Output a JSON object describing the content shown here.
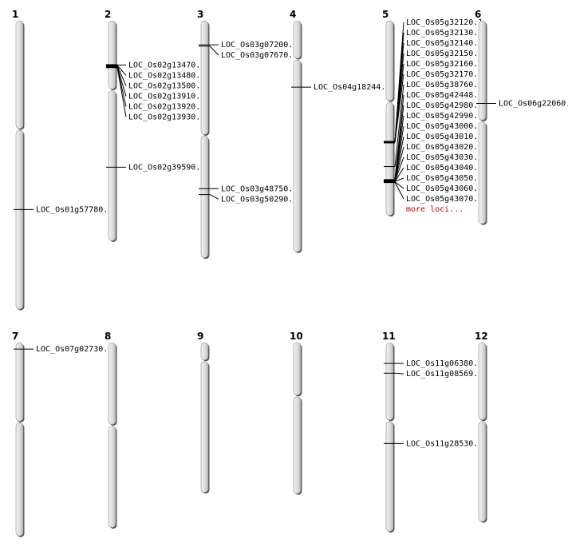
{
  "colors": {
    "chromosome_light": "#ececec",
    "chromosome_mid": "#c8c8c8",
    "chromosome_outline": "#8a8a8a",
    "chromosome_shadow": "#555555",
    "more_link": "#cc0000"
  },
  "more_loci_label": "more loci...",
  "chromosomes": [
    {
      "id": "1",
      "label": "1",
      "length": 44.3,
      "centromere": 16.7,
      "markers": [
        {
          "pos": 29.0,
          "label": "LOC_Os01g57780.1"
        }
      ]
    },
    {
      "id": "2",
      "label": "2",
      "length": 33.8,
      "centromere": 10.6,
      "markers": [
        {
          "pos": 6.8,
          "label": "LOC_Os02g13470.1"
        },
        {
          "pos": 6.85,
          "label": "LOC_Os02g13480.1"
        },
        {
          "pos": 6.9,
          "label": "LOC_Os02g13500.1"
        },
        {
          "pos": 7.05,
          "label": "LOC_Os02g13910.1"
        },
        {
          "pos": 7.1,
          "label": "LOC_Os02g13920.1"
        },
        {
          "pos": 7.15,
          "label": "LOC_Os02g13930.1"
        },
        {
          "pos": 22.5,
          "label": "LOC_Os02g39590.1"
        }
      ]
    },
    {
      "id": "3",
      "label": "3",
      "length": 36.4,
      "centromere": 17.6,
      "markers": [
        {
          "pos": 3.7,
          "label": "LOC_Os03g07200.1"
        },
        {
          "pos": 3.9,
          "label": "LOC_Os03g07670.1"
        },
        {
          "pos": 25.8,
          "label": "LOC_Os03g48750.1"
        },
        {
          "pos": 26.7,
          "label": "LOC_Os03g50290.1"
        }
      ]
    },
    {
      "id": "4",
      "label": "4",
      "length": 35.5,
      "centromere": 5.9,
      "markers": [
        {
          "pos": 10.2,
          "label": "LOC_Os04g18244.1"
        }
      ]
    },
    {
      "id": "5",
      "label": "5",
      "length": 29.9,
      "centromere": 12.4,
      "markers": [
        {
          "pos": 18.6,
          "label": "LOC_Os05g32120.1"
        },
        {
          "pos": 18.6,
          "label": "LOC_Os05g32130.1"
        },
        {
          "pos": 18.65,
          "label": "LOC_Os05g32140.1"
        },
        {
          "pos": 18.65,
          "label": "LOC_Os05g32150.1"
        },
        {
          "pos": 18.7,
          "label": "LOC_Os05g32160.1"
        },
        {
          "pos": 18.7,
          "label": "LOC_Os05g32170.1"
        },
        {
          "pos": 22.4,
          "label": "LOC_Os05g38760.1"
        },
        {
          "pos": 24.4,
          "label": "LOC_Os05g42448.1"
        },
        {
          "pos": 24.5,
          "label": "LOC_Os05g42980.1"
        },
        {
          "pos": 24.55,
          "label": "LOC_Os05g42990.1"
        },
        {
          "pos": 24.6,
          "label": "LOC_Os05g43000.1"
        },
        {
          "pos": 24.6,
          "label": "LOC_Os05g43010.1"
        },
        {
          "pos": 24.65,
          "label": "LOC_Os05g43020.1"
        },
        {
          "pos": 24.65,
          "label": "LOC_Os05g43030.1"
        },
        {
          "pos": 24.7,
          "label": "LOC_Os05g43040.1"
        },
        {
          "pos": 24.7,
          "label": "LOC_Os05g43050.1"
        },
        {
          "pos": 24.75,
          "label": "LOC_Os05g43060.1"
        },
        {
          "pos": 24.8,
          "label": "LOC_Os05g43070.1"
        }
      ]
    },
    {
      "id": "6",
      "label": "6",
      "length": 31.2,
      "centromere": 15.4,
      "markers": [
        {
          "pos": 12.7,
          "label": "LOC_Os06g22060.1"
        }
      ]
    },
    {
      "id": "7",
      "label": "7",
      "length": 29.7,
      "centromere": 12.2,
      "markers": [
        {
          "pos": 1.0,
          "label": "LOC_Os07g02730.1"
        }
      ]
    },
    {
      "id": "8",
      "label": "8",
      "length": 28.4,
      "centromere": 12.7,
      "markers": []
    },
    {
      "id": "9",
      "label": "9",
      "length": 23.0,
      "centromere": 2.8,
      "markers": []
    },
    {
      "id": "10",
      "label": "10",
      "length": 23.2,
      "centromere": 8.2,
      "markers": []
    },
    {
      "id": "11",
      "label": "11",
      "length": 29.0,
      "centromere": 12.0,
      "markers": [
        {
          "pos": 3.2,
          "label": "LOC_Os11g06380.1"
        },
        {
          "pos": 4.7,
          "label": "LOC_Os11g08569.1"
        },
        {
          "pos": 15.5,
          "label": "LOC_Os11g28530.1"
        }
      ]
    },
    {
      "id": "12",
      "label": "12",
      "length": 27.5,
      "centromere": 12.0,
      "markers": []
    }
  ]
}
